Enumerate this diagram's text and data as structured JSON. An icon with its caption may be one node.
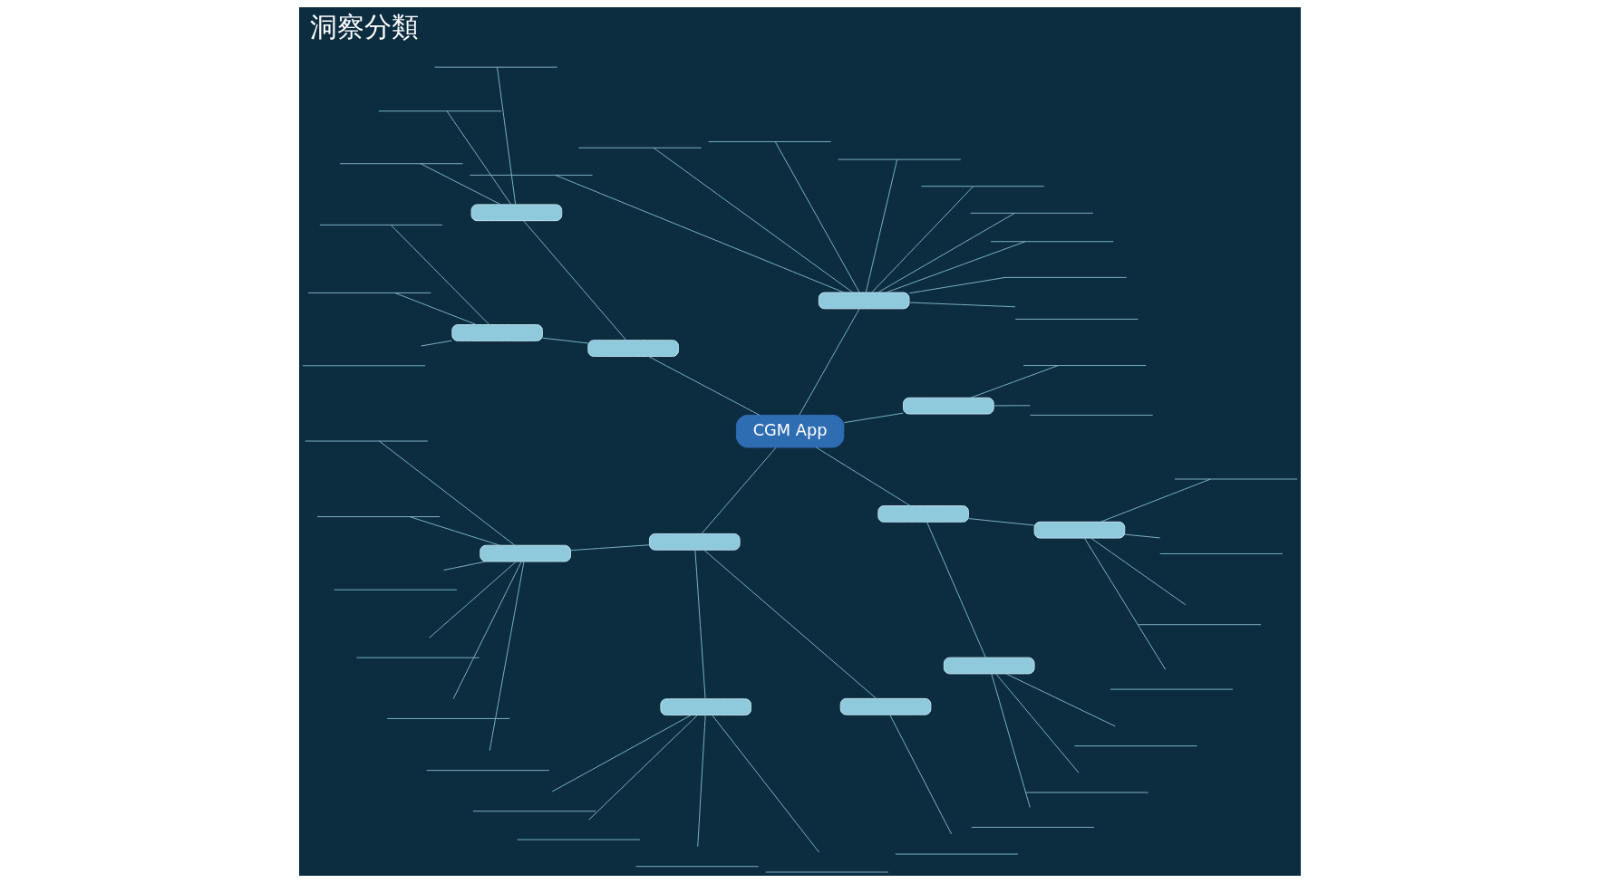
{
  "diagram": {
    "title": "洞察分類",
    "nodes": [
      {
        "text": [
          "CGM App"
        ]
      },
      {
        "text": [],
        "shape": "box"
      },
      {
        "text": [],
        "shape": "line"
      },
      {
        "text": [],
        "shape": "line"
      },
      {
        "text": [],
        "shape": "box"
      },
      {
        "text": [],
        "shape": "line"
      },
      {
        "text": [],
        "shape": "line"
      },
      {
        "text": [],
        "shape": "line"
      },
      {
        "text": [],
        "shape": "line"
      },
      {
        "text": [],
        "shape": "line"
      },
      {
        "text": [],
        "shape": "line"
      },
      {
        "text": [],
        "shape": "line"
      },
      {
        "text": [],
        "shape": "line"
      },
      {
        "text": [],
        "shape": "line"
      },
      {
        "text": [],
        "shape": "box"
      },
      {
        "text": [],
        "shape": "box"
      },
      {
        "text": [],
        "shape": "line"
      },
      {
        "text": [],
        "shape": "line"
      },
      {
        "text": [],
        "shape": "line"
      },
      {
        "text": [],
        "shape": "box"
      },
      {
        "text": [],
        "shape": "line"
      },
      {
        "text": [],
        "shape": "line"
      },
      {
        "text": [],
        "shape": "line"
      },
      {
        "text": [],
        "shape": "box"
      },
      {
        "text": [],
        "shape": "box"
      },
      {
        "text": [],
        "shape": "line"
      },
      {
        "text": [],
        "shape": "line"
      },
      {
        "text": [],
        "shape": "line"
      },
      {
        "text": [],
        "shape": "line"
      },
      {
        "text": [],
        "shape": "line"
      },
      {
        "text": [],
        "shape": "line"
      },
      {
        "text": [],
        "shape": "box"
      },
      {
        "text": [],
        "shape": "line"
      },
      {
        "text": [],
        "shape": "line"
      },
      {
        "text": [],
        "shape": "line"
      },
      {
        "text": [],
        "shape": "line"
      },
      {
        "text": [],
        "shape": "box"
      },
      {
        "text": [],
        "shape": "line"
      },
      {
        "text": [],
        "shape": "box"
      },
      {
        "text": [],
        "shape": "box"
      },
      {
        "text": [],
        "shape": "line"
      },
      {
        "text": [],
        "shape": "line"
      },
      {
        "text": [],
        "shape": "line"
      },
      {
        "text": [],
        "shape": "box"
      },
      {
        "text": [],
        "shape": "line"
      },
      {
        "text": [],
        "shape": "line"
      },
      {
        "text": [],
        "shape": "line"
      },
      {
        "text": [],
        "shape": "line"
      }
    ],
    "edges": [
      {
        "from": 0,
        "to": 1,
        "arrow": "none"
      },
      {
        "from": 1,
        "to": 2,
        "arrow": "none"
      },
      {
        "from": 1,
        "to": 3,
        "arrow": "none"
      },
      {
        "from": 0,
        "to": 4,
        "arrow": "none"
      },
      {
        "from": 4,
        "to": 5,
        "arrow": "none"
      },
      {
        "from": 4,
        "to": 6,
        "arrow": "none"
      },
      {
        "from": 4,
        "to": 7,
        "arrow": "none"
      },
      {
        "from": 4,
        "to": 8,
        "arrow": "none"
      },
      {
        "from": 4,
        "to": 9,
        "arrow": "none"
      },
      {
        "from": 4,
        "to": 10,
        "arrow": "none"
      },
      {
        "from": 4,
        "to": 11,
        "arrow": "none"
      },
      {
        "from": 4,
        "to": 12,
        "arrow": "none"
      },
      {
        "from": 4,
        "to": 13,
        "arrow": "none"
      },
      {
        "from": 0,
        "to": 14,
        "arrow": "none"
      },
      {
        "from": 14,
        "to": 15,
        "arrow": "none"
      },
      {
        "from": 15,
        "to": 16,
        "arrow": "none"
      },
      {
        "from": 15,
        "to": 17,
        "arrow": "none"
      },
      {
        "from": 15,
        "to": 18,
        "arrow": "none"
      },
      {
        "from": 14,
        "to": 19,
        "arrow": "none"
      },
      {
        "from": 19,
        "to": 20,
        "arrow": "none"
      },
      {
        "from": 19,
        "to": 21,
        "arrow": "none"
      },
      {
        "from": 19,
        "to": 22,
        "arrow": "none"
      },
      {
        "from": 0,
        "to": 23,
        "arrow": "none"
      },
      {
        "from": 23,
        "to": 24,
        "arrow": "none"
      },
      {
        "from": 24,
        "to": 25,
        "arrow": "none"
      },
      {
        "from": 24,
        "to": 26,
        "arrow": "none"
      },
      {
        "from": 24,
        "to": 27,
        "arrow": "none"
      },
      {
        "from": 24,
        "to": 28,
        "arrow": "none"
      },
      {
        "from": 24,
        "to": 29,
        "arrow": "none"
      },
      {
        "from": 24,
        "to": 30,
        "arrow": "none"
      },
      {
        "from": 23,
        "to": 31,
        "arrow": "none"
      },
      {
        "from": 31,
        "to": 32,
        "arrow": "none"
      },
      {
        "from": 31,
        "to": 33,
        "arrow": "none"
      },
      {
        "from": 31,
        "to": 34,
        "arrow": "none"
      },
      {
        "from": 31,
        "to": 35,
        "arrow": "none"
      },
      {
        "from": 23,
        "to": 36,
        "arrow": "none"
      },
      {
        "from": 36,
        "to": 37,
        "arrow": "none"
      },
      {
        "from": 0,
        "to": 38,
        "arrow": "none"
      },
      {
        "from": 38,
        "to": 39,
        "arrow": "none"
      },
      {
        "from": 39,
        "to": 40,
        "arrow": "none"
      },
      {
        "from": 39,
        "to": 41,
        "arrow": "none"
      },
      {
        "from": 39,
        "to": 42,
        "arrow": "none"
      },
      {
        "from": 38,
        "to": 43,
        "arrow": "none"
      },
      {
        "from": 43,
        "to": 44,
        "arrow": "none"
      },
      {
        "from": 43,
        "to": 45,
        "arrow": "none"
      },
      {
        "from": 43,
        "to": 46,
        "arrow": "none"
      },
      {
        "from": 43,
        "to": 47,
        "arrow": "none"
      }
    ]
  }
}
